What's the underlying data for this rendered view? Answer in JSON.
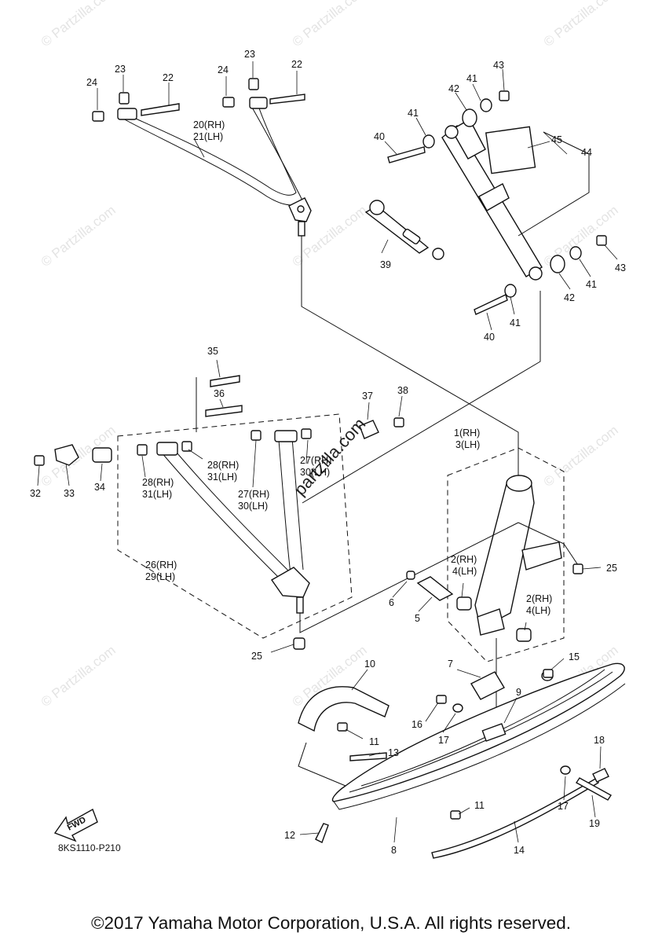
{
  "watermark": "© Partzilla.com",
  "stamp": "partzilla.com",
  "diagram_code": "8KS1110-P210",
  "fwd_label": "FWD",
  "copyright": "©2017 Yamaha Motor Corporation, U.S.A. All rights reserved.",
  "callouts": [
    {
      "id": "c24a",
      "text": "24"
    },
    {
      "id": "c23a",
      "text": "23"
    },
    {
      "id": "c22a",
      "text": "22"
    },
    {
      "id": "c24b",
      "text": "24"
    },
    {
      "id": "c23b",
      "text": "23"
    },
    {
      "id": "c22b",
      "text": "22"
    },
    {
      "id": "c20",
      "text": "20(RH)"
    },
    {
      "id": "c21",
      "text": "21(LH)"
    },
    {
      "id": "c43a",
      "text": "43"
    },
    {
      "id": "c41a",
      "text": "41"
    },
    {
      "id": "c42a",
      "text": "42"
    },
    {
      "id": "c41b",
      "text": "41"
    },
    {
      "id": "c40a",
      "text": "40"
    },
    {
      "id": "c45",
      "text": "45"
    },
    {
      "id": "c44",
      "text": "44"
    },
    {
      "id": "c39",
      "text": "39"
    },
    {
      "id": "c43b",
      "text": "43"
    },
    {
      "id": "c41c",
      "text": "41"
    },
    {
      "id": "c42b",
      "text": "42"
    },
    {
      "id": "c40b",
      "text": "40"
    },
    {
      "id": "c41d",
      "text": "41"
    },
    {
      "id": "c35",
      "text": "35"
    },
    {
      "id": "c36",
      "text": "36"
    },
    {
      "id": "c37",
      "text": "37"
    },
    {
      "id": "c38",
      "text": "38"
    },
    {
      "id": "c1",
      "text": "1(RH)"
    },
    {
      "id": "c3",
      "text": "3(LH)"
    },
    {
      "id": "c28a",
      "text": "28(RH)"
    },
    {
      "id": "c31a",
      "text": "31(LH)"
    },
    {
      "id": "c27a",
      "text": "27(RH)"
    },
    {
      "id": "c30a",
      "text": "30(LH)"
    },
    {
      "id": "c32",
      "text": "32"
    },
    {
      "id": "c33",
      "text": "33"
    },
    {
      "id": "c34",
      "text": "34"
    },
    {
      "id": "c28b",
      "text": "28(RH)"
    },
    {
      "id": "c31b",
      "text": "31(LH)"
    },
    {
      "id": "c27b",
      "text": "27(RH)"
    },
    {
      "id": "c30b",
      "text": "30(LH)"
    },
    {
      "id": "c26",
      "text": "26(RH)"
    },
    {
      "id": "c29",
      "text": "29(LH)"
    },
    {
      "id": "c25a",
      "text": "25"
    },
    {
      "id": "c2a",
      "text": "2(RH)"
    },
    {
      "id": "c4a",
      "text": "4(LH)"
    },
    {
      "id": "c6",
      "text": "6"
    },
    {
      "id": "c2b",
      "text": "2(RH)"
    },
    {
      "id": "c4b",
      "text": "4(LH)"
    },
    {
      "id": "c5",
      "text": "5"
    },
    {
      "id": "c25b",
      "text": "25"
    },
    {
      "id": "c10",
      "text": "10"
    },
    {
      "id": "c7",
      "text": "7"
    },
    {
      "id": "c15",
      "text": "15"
    },
    {
      "id": "c9",
      "text": "9"
    },
    {
      "id": "c16",
      "text": "16"
    },
    {
      "id": "c17a",
      "text": "17"
    },
    {
      "id": "c11a",
      "text": "11"
    },
    {
      "id": "c13",
      "text": "13"
    },
    {
      "id": "c18",
      "text": "18"
    },
    {
      "id": "c17b",
      "text": "17"
    },
    {
      "id": "c19",
      "text": "19"
    },
    {
      "id": "c11b",
      "text": "11"
    },
    {
      "id": "c12",
      "text": "12"
    },
    {
      "id": "c8",
      "text": "8"
    },
    {
      "id": "c14",
      "text": "14"
    }
  ]
}
